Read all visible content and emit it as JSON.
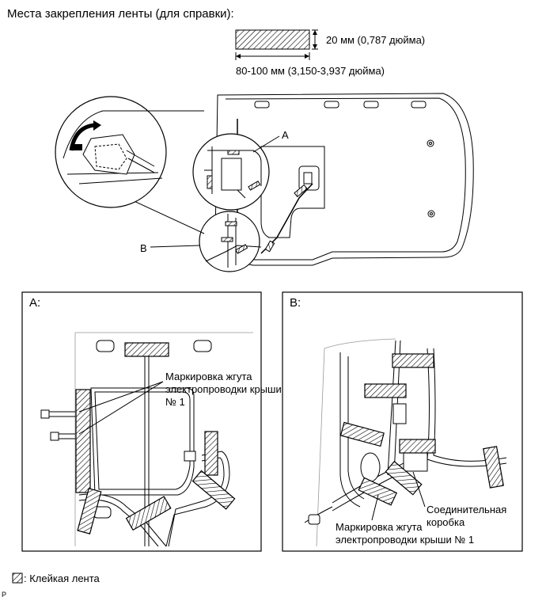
{
  "title": "Места закрепления ленты (для справки):",
  "tape_dimensions": {
    "height_label": "20 мм (0,787 дюйма)",
    "width_label": "80-100 мм (3,150-3,937 дюйма)"
  },
  "overview": {
    "marker_a": "A",
    "marker_b": "B"
  },
  "panel_a": {
    "title": "A:",
    "callout": "Маркировка жгута электропроводки крыши № 1"
  },
  "panel_b": {
    "title": "B:",
    "callout_junction": "Соединительная коробка",
    "callout_marking": "Маркировка жгута электропроводки крыши № 1"
  },
  "legend": {
    "text": ": Клейкая лента"
  },
  "corner_code": "P"
}
